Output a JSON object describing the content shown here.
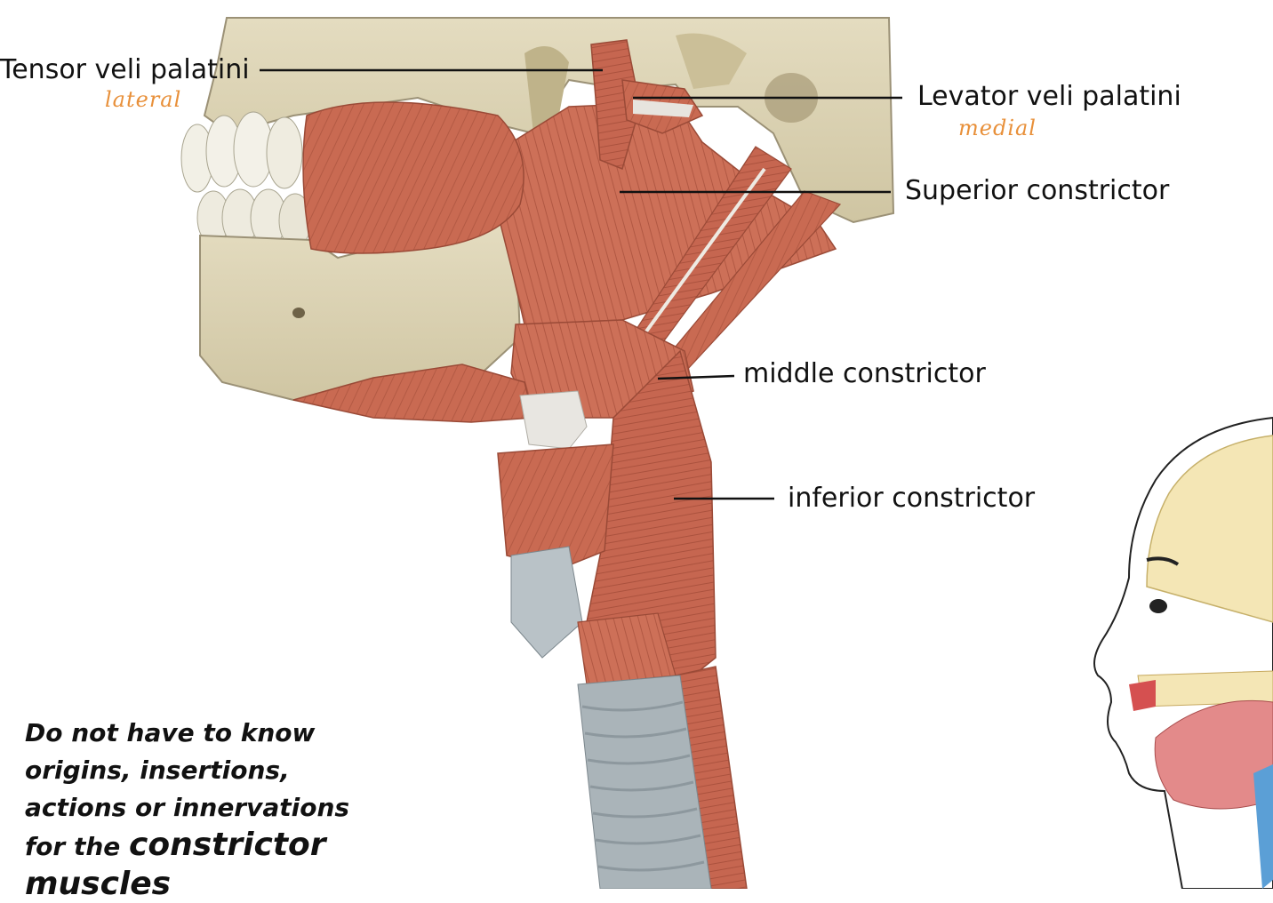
{
  "labels": {
    "tensor_veli_palatini": "Tensor veli palatini",
    "tensor_note": "lateral",
    "levator_veli_palatini": "Levator veli palatini",
    "levator_note": "medial",
    "superior_constrictor": "Superior constrictor",
    "middle_constrictor": "middle constrictor",
    "inferior_constrictor": "inferior constrictor"
  },
  "note": {
    "line1": "Do not have to know",
    "line2": "origins, insertions,",
    "line3": "actions or innervations",
    "line4_prefix": "for the",
    "line4_emphasis": "constrictor",
    "line5": "muscles"
  },
  "colors": {
    "bone": "#dcd3b4",
    "muscle": "#c96a52",
    "muscle_dark": "#a84e3a",
    "tendon": "#e8e6e1",
    "trachea": "#a9b3b8",
    "handwriting": "#e8903a",
    "leader_line": "#111111"
  }
}
